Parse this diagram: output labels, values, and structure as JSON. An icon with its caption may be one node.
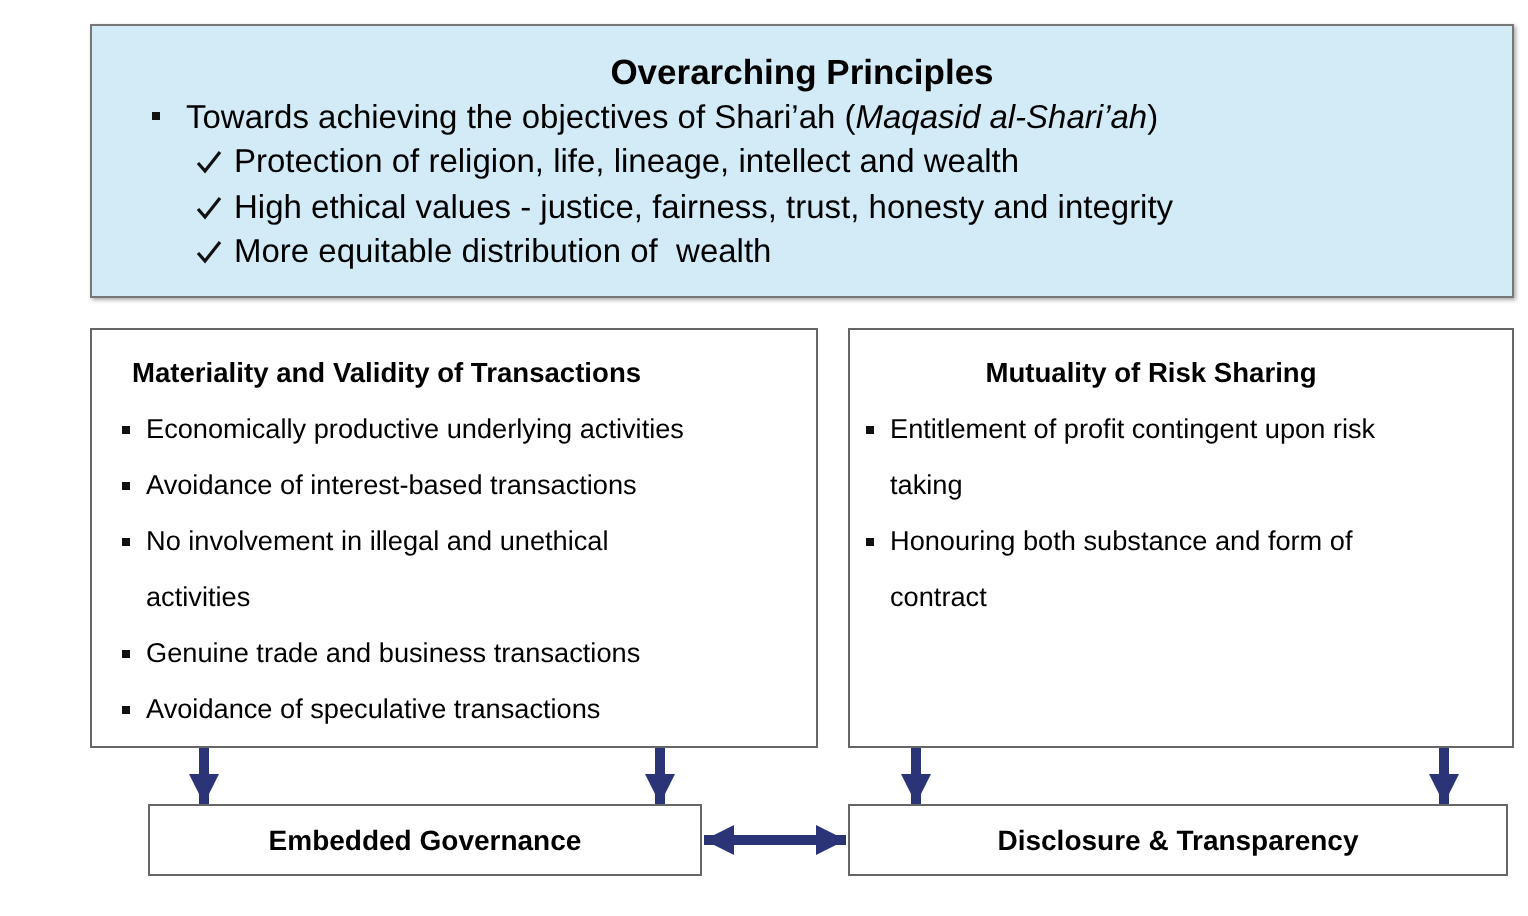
{
  "diagram": {
    "nodes": [
      {
        "text": [
          "Overarching Principles",
          "Towards achieving the objectives of Shari’ah (*Maqasid al-Shari’ah*)",
          "Protection of religion, life, lineage, intellect and wealth",
          "High ethical values - justice, fairness, trust, honesty and integrity",
          "More equitable distribution of  wealth"
        ]
      },
      {
        "text": [
          "Materiality and Validity of Transactions",
          "Economically productive underlying activities",
          "Avoidance of interest-based transactions",
          "No involvement in illegal and unethical activities",
          "Genuine trade and business transactions",
          "Avoidance of speculative transactions"
        ]
      },
      {
        "text": [
          "Mutuality of Risk Sharing",
          "Entitlement of profit contingent upon risk taking",
          "Honouring both substance and form of contract"
        ]
      },
      {
        "text": [
          "Embedded Governance"
        ]
      },
      {
        "text": [
          "Disclosure & Transparency"
        ]
      }
    ],
    "edges": [
      {
        "from": 1,
        "to": 3,
        "arrow": "to"
      },
      {
        "from": 1,
        "to": 3,
        "arrow": "to"
      },
      {
        "from": 2,
        "to": 4,
        "arrow": "to"
      },
      {
        "from": 2,
        "to": 4,
        "arrow": "to"
      },
      {
        "from": 3,
        "to": 4,
        "arrow": "both"
      }
    ]
  }
}
